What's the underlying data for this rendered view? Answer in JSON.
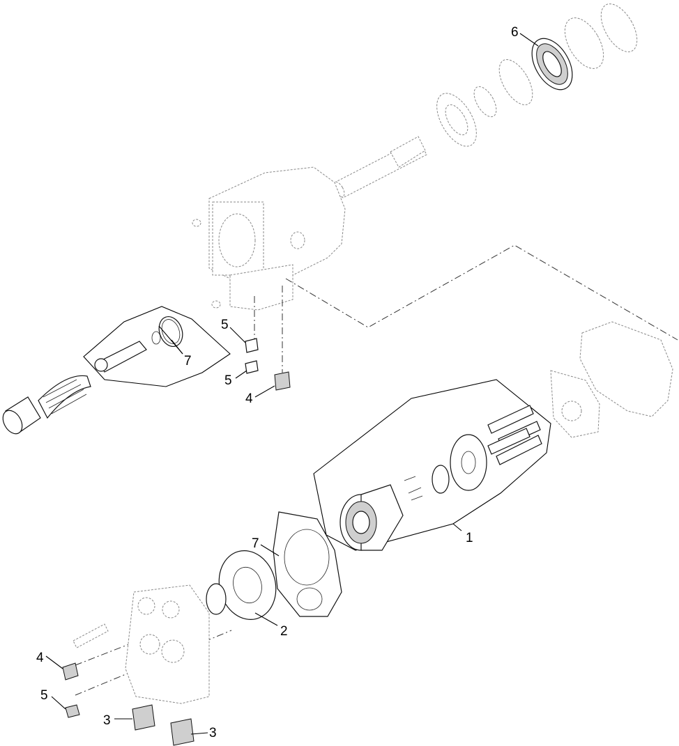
{
  "callouts": [
    {
      "id": "c1",
      "label": "1"
    },
    {
      "id": "c2",
      "label": "2"
    },
    {
      "id": "c3a",
      "label": "3"
    },
    {
      "id": "c3b",
      "label": "3"
    },
    {
      "id": "c4a",
      "label": "4"
    },
    {
      "id": "c4b",
      "label": "4"
    },
    {
      "id": "c5a",
      "label": "5"
    },
    {
      "id": "c5b",
      "label": "5"
    },
    {
      "id": "c5c",
      "label": "5"
    },
    {
      "id": "c6",
      "label": "6"
    },
    {
      "id": "c7a",
      "label": "7"
    },
    {
      "id": "c7b",
      "label": "7"
    }
  ]
}
